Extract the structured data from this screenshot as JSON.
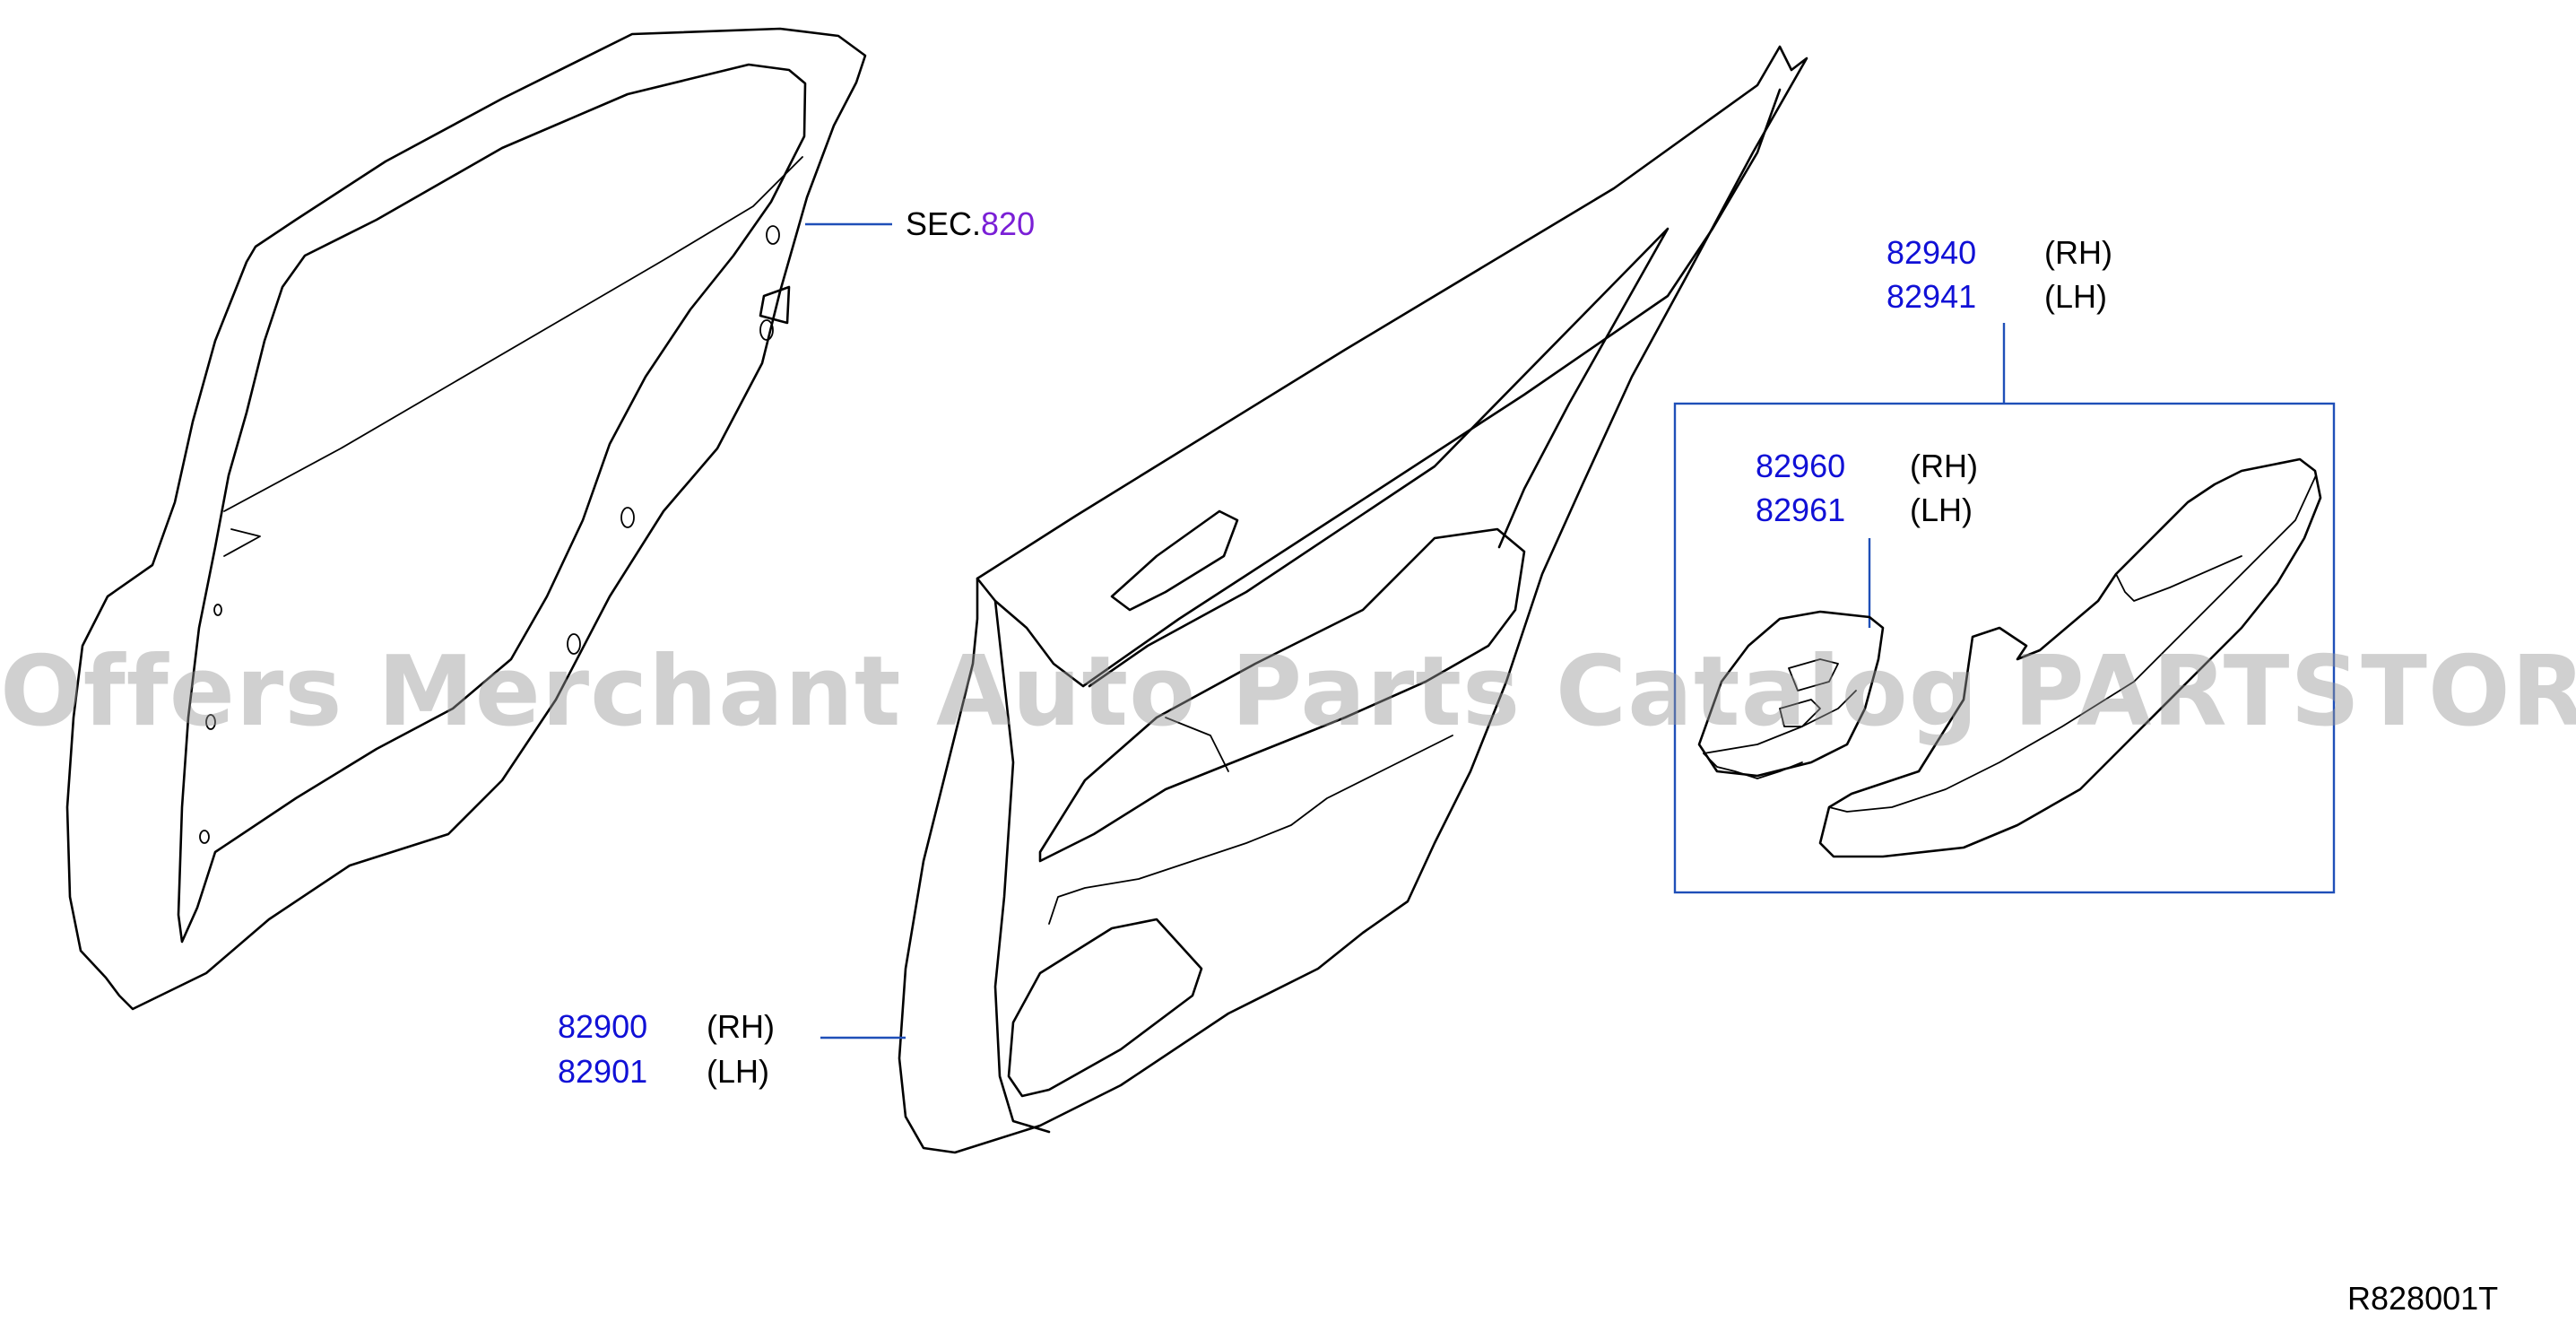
{
  "watermark": "Offers Merchant Auto Parts Catalog PARTSTORE.SA",
  "diagram_code": "R828001T",
  "sec_ref": {
    "prefix": "SEC.",
    "number": "820"
  },
  "callouts": {
    "finisher": [
      {
        "part": "82900",
        "side": "(RH)"
      },
      {
        "part": "82901",
        "side": "(LH)"
      }
    ],
    "armrest_assembly": [
      {
        "part": "82940",
        "side": "(RH)"
      },
      {
        "part": "82941",
        "side": "(LH)"
      }
    ],
    "switch_finisher": [
      {
        "part": "82960",
        "side": "(RH)"
      },
      {
        "part": "82961",
        "side": "(LH)"
      }
    ]
  },
  "colors": {
    "part_number": "#1010d6",
    "section_number": "#7a1fd6",
    "leader": "#1f4fb8"
  }
}
